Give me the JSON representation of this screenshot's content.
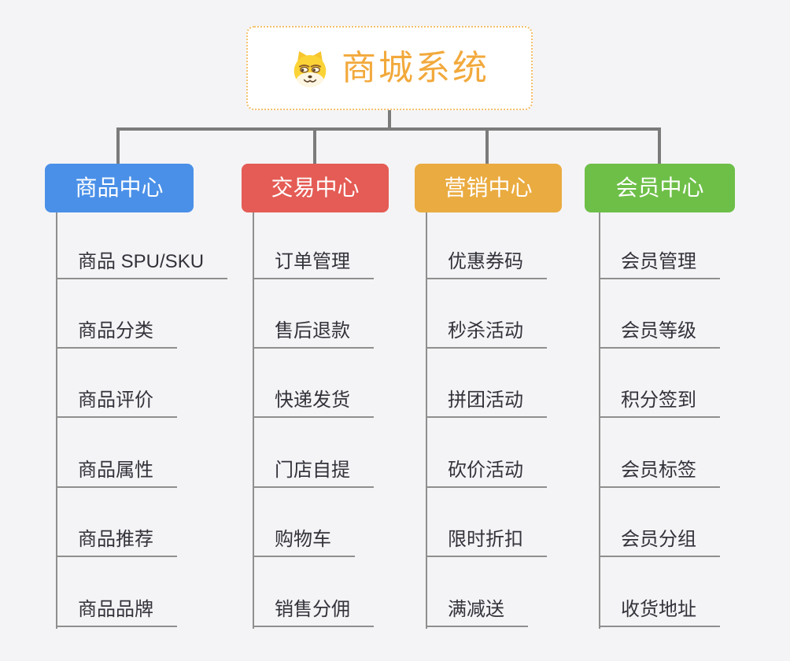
{
  "page": {
    "background_color": "#f4f4f6",
    "connector_color": "#7b7b7b",
    "leaf_line_color": "#8f8f8f"
  },
  "root": {
    "title": "商城系统",
    "icon": "dog-face-icon",
    "title_color": "#f2a93c",
    "border_color": "#f3c06a"
  },
  "branches": [
    {
      "label": "商品中心",
      "color": "#4a90e8",
      "items": [
        "商品 SPU/SKU",
        "商品分类",
        "商品评价",
        "商品属性",
        "商品推荐",
        "商品品牌"
      ]
    },
    {
      "label": "交易中心",
      "color": "#e45c55",
      "items": [
        "订单管理",
        "售后退款",
        "快递发货",
        "门店自提",
        "购物车",
        "销售分佣"
      ]
    },
    {
      "label": "营销中心",
      "color": "#eaab40",
      "items": [
        "优惠券码",
        "秒杀活动",
        "拼团活动",
        "砍价活动",
        "限时折扣",
        "满减送"
      ]
    },
    {
      "label": "会员中心",
      "color": "#6ebf48",
      "items": [
        "会员管理",
        "会员等级",
        "积分签到",
        "会员标签",
        "会员分组",
        "收货地址"
      ]
    }
  ]
}
